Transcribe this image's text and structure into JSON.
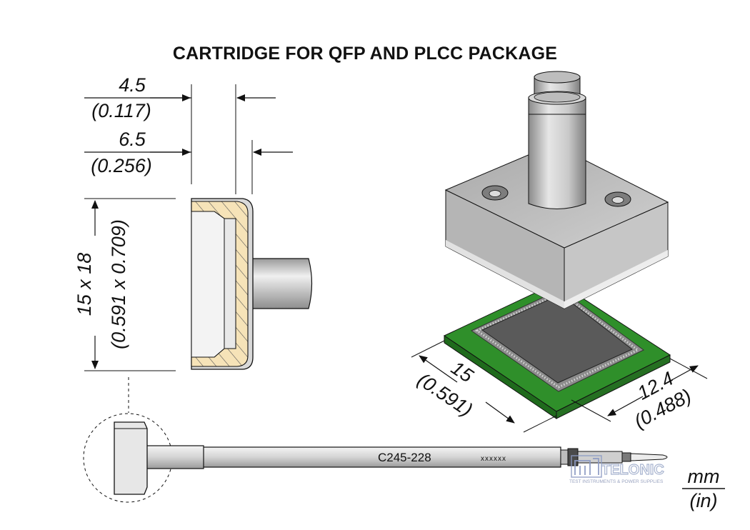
{
  "title": "CARTRIDGE FOR QFP AND PLCC PACKAGE",
  "dimensions": {
    "depth_inner": {
      "mm": "4.5",
      "in": "(0.117)"
    },
    "depth_outer": {
      "mm": "6.5",
      "in": "(0.256)"
    },
    "size": {
      "mm": "15 x 18",
      "in": "(0.591 x 0.709)"
    },
    "width_a": {
      "mm": "15",
      "in": "(0.591)"
    },
    "width_b": {
      "mm": "12.4",
      "in": "(0.488)"
    }
  },
  "cartridge": {
    "model": "C245-228",
    "serial": "xxxxxx"
  },
  "units": {
    "mm": "mm",
    "in": "(in)"
  },
  "watermark": {
    "brand": "TELONIC",
    "tagline": "TEST INSTRUMENTS & POWER SUPPLIES"
  },
  "colors": {
    "pcb_green": "#2f8f2a",
    "chip_gray": "#5a5a5a",
    "insulation": "#f6e3b8"
  }
}
